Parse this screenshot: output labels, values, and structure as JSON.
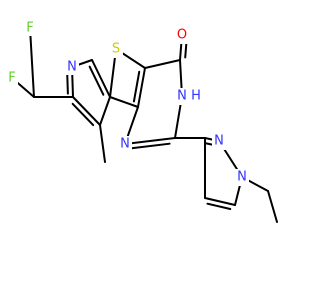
{
  "colors": {
    "carbon_bond": "#000000",
    "nitrogen": "#3333ff",
    "oxygen": "#ff0000",
    "sulfur": "#cccc00",
    "fluorine": "#66cc33",
    "background": "#ffffff"
  },
  "atom_labels": {
    "f_top": "F",
    "f_left": "F",
    "n_pyridine": "N",
    "s_thiophene": "S",
    "o_carbonyl": "O",
    "nh_pyrimidine": "N",
    "nh_h": "H",
    "n_pyrimidine": "N",
    "n_pyrazole_2": "N",
    "n_pyrazole_1": "N"
  }
}
